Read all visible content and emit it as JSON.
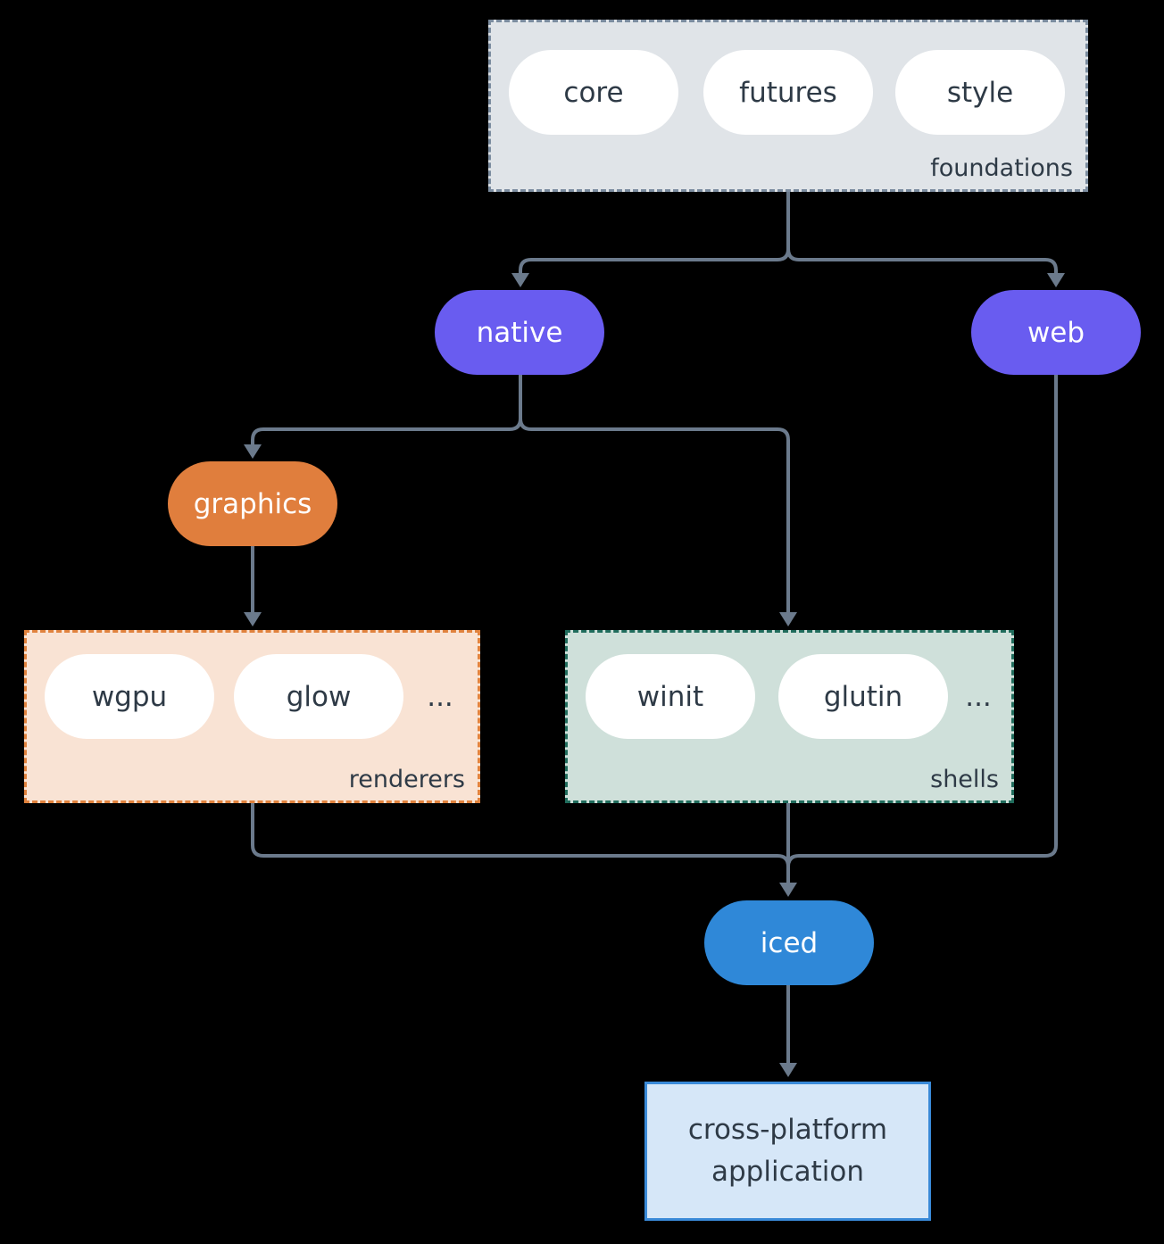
{
  "groups": {
    "foundations": {
      "label": "foundations",
      "items": [
        "core",
        "futures",
        "style"
      ]
    },
    "renderers": {
      "label": "renderers",
      "items": [
        "wgpu",
        "glow"
      ],
      "ellipsis": "..."
    },
    "shells": {
      "label": "shells",
      "items": [
        "winit",
        "glutin"
      ],
      "ellipsis": "..."
    }
  },
  "nodes": {
    "native": "native",
    "web": "web",
    "graphics": "graphics",
    "iced": "iced",
    "application": "cross-platform application"
  },
  "colors": {
    "background": "#000000",
    "arrow": "#6b7a8c",
    "node_text_dark": "#2e3a46",
    "node_fill_white": "#ffffff",
    "node_fill_purple": "#695cf0",
    "node_fill_orange": "#e07e3d",
    "node_fill_blue": "#2f88d8",
    "foundations_fill": "#e0e4e8",
    "foundations_border": "#7b8c9f",
    "renderers_fill": "#f9e3d4",
    "renderers_border": "#e0823d",
    "shells_fill": "#cfe0da",
    "shells_border": "#206c5c",
    "application_fill": "#d6e7f8",
    "application_border": "#3a8ad8"
  }
}
